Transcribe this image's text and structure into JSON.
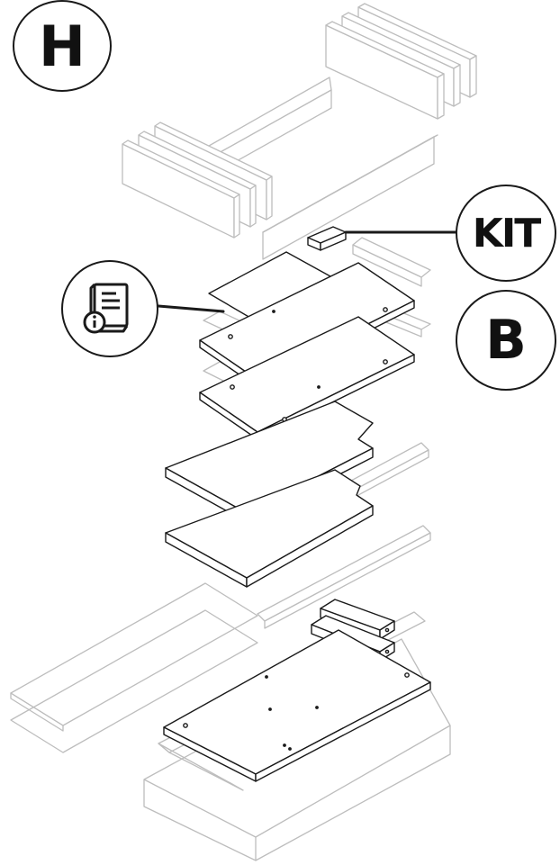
{
  "badges": {
    "section_letter": "H",
    "kit_label": "KIT",
    "part_letter": "B"
  },
  "icons": {
    "manual": "manual-info-icon"
  },
  "colors": {
    "ink": "#1a1a1a",
    "ghost": "#bdbdbd",
    "background": "#ffffff"
  }
}
